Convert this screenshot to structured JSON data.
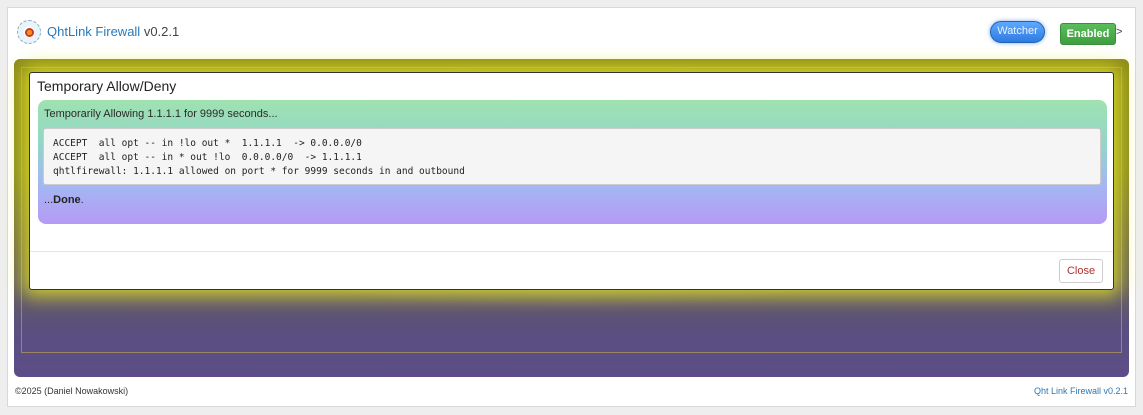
{
  "app": {
    "name": "QhtLink Firewall",
    "version": "v0.2.1",
    "logo_icon": "firewall-logo-icon"
  },
  "header": {
    "watcher_label": "Watcher",
    "enabled_label": "Enabled",
    "chevron": ">"
  },
  "modal": {
    "title": "Temporary Allow/Deny",
    "alert_message": "Temporarily Allowing 1.1.1.1 for 9999 seconds...",
    "output_lines": [
      "ACCEPT  all opt -- in !lo out *  1.1.1.1  -> 0.0.0.0/0",
      "ACCEPT  all opt -- in * out !lo  0.0.0.0/0  -> 1.1.1.1",
      "qhtlfirewall: 1.1.1.1 allowed on port * for 9999 seconds in and outbound"
    ],
    "done_prefix": "...",
    "done_word": "Done",
    "done_suffix": ".",
    "close_label": "Close"
  },
  "footer": {
    "copyright": "©2025 (Daniel Nowakowski)",
    "link": "Qht Link Firewall v0.2.1"
  },
  "colors": {
    "brand": "#2a79b8",
    "enabled": "#4cae4c",
    "watcher": "#3d8be8",
    "close_text": "#b03030"
  }
}
